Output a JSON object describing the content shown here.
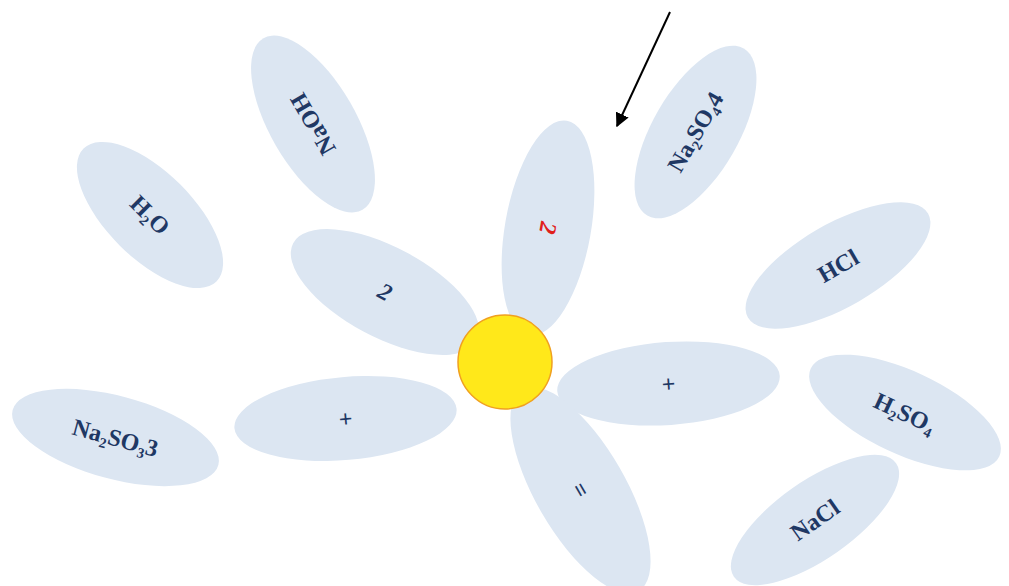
{
  "diagram": {
    "nodes": [
      {
        "text": [
          "NaOH"
        ]
      },
      {
        "text": [
          "Na₂SO₄4"
        ]
      },
      {
        "text": [
          "2"
        ]
      },
      {
        "text": [
          "H₂O"
        ]
      },
      {
        "text": [
          "HCl"
        ]
      },
      {
        "text": [
          "2"
        ]
      },
      {
        "text": [
          "+"
        ]
      },
      {
        "text": [
          "Na₂SO₃3"
        ]
      },
      {
        "text": [
          "H₂SO₄"
        ]
      },
      {
        "text": [
          "+"
        ]
      },
      {
        "text": [
          "="
        ]
      },
      {
        "text": [
          "NaCl"
        ]
      }
    ]
  }
}
